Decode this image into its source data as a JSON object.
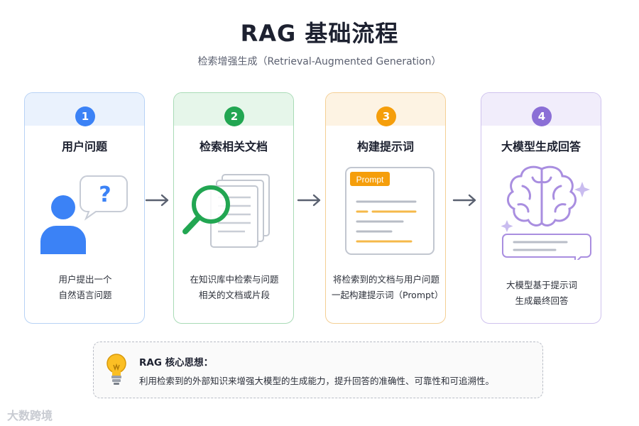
{
  "header": {
    "title": "RAG 基础流程",
    "subtitle": "检索增强生成（Retrieval-Augmented Generation）"
  },
  "steps": [
    {
      "number": "1",
      "title": "用户问题",
      "desc": [
        "用户提出一个",
        "自然语言问题"
      ],
      "color": "#3b82f6",
      "band": "#eaf2fd",
      "border": "#b7d2f5",
      "icon": "user-question-icon"
    },
    {
      "number": "2",
      "title": "检索相关文档",
      "desc": [
        "在知识库中检索与问题",
        "相关的文档或片段"
      ],
      "color": "#22a652",
      "band": "#e6f6ea",
      "border": "#a9dbb6",
      "icon": "search-documents-icon"
    },
    {
      "number": "3",
      "title": "构建提示词",
      "desc": [
        "将检索到的文档与用户问题",
        "一起构建提示词（Prompt）"
      ],
      "color": "#f59e0b",
      "band": "#fdf3e3",
      "border": "#f4cf94",
      "icon": "prompt-card-icon",
      "prompt_tag": "Prompt"
    },
    {
      "number": "4",
      "title": "大模型生成回答",
      "desc": [
        "大模型基于提示词",
        "生成最终回答"
      ],
      "color": "#8b6fd6",
      "band": "#f1edfb",
      "border": "#cfc2ee",
      "icon": "brain-answer-icon"
    }
  ],
  "note": {
    "title": "RAG 核心思想：",
    "text": "利用检索到的外部知识来增强大模型的生成能力，提升回答的准确性、可靠性和可追溯性。",
    "icon": "lightbulb-icon"
  },
  "watermark": "大数跨境"
}
